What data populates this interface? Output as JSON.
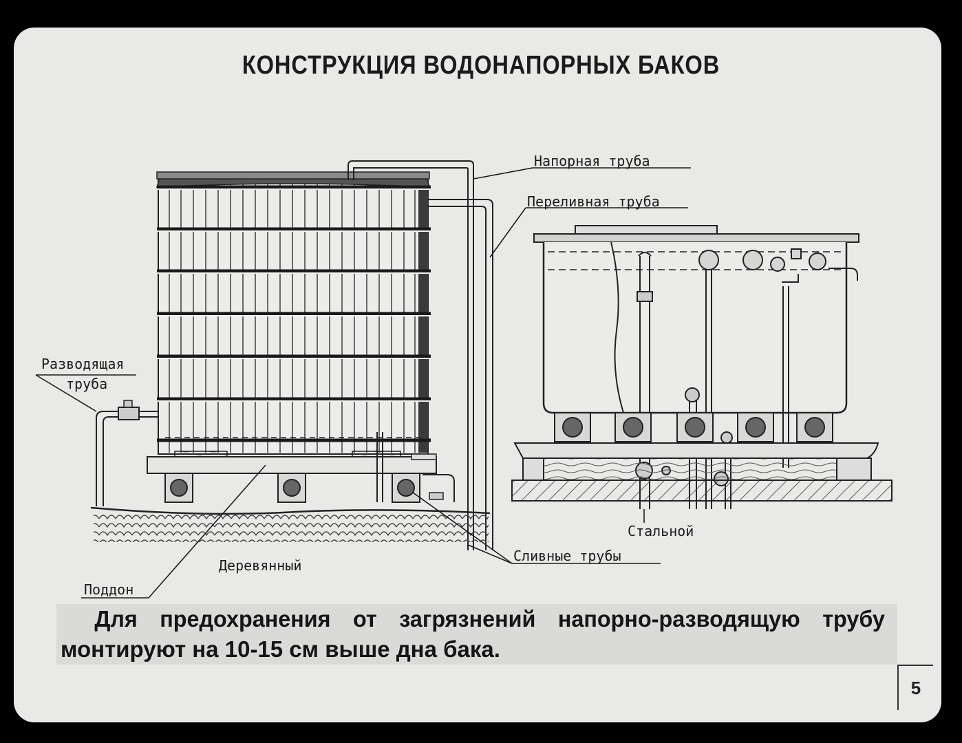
{
  "title": "КОНСТРУКЦИЯ ВОДОНАПОРНЫХ БАКОВ",
  "labels": {
    "pressure_pipe": "Напорная труба",
    "overflow_pipe": "Переливная труба",
    "distribution_pipe_line1": "Разводящая",
    "distribution_pipe_line2": "труба",
    "wooden": "Деревянный",
    "tray": "Поддон",
    "drain_pipes": "Сливные трубы",
    "steel": "Стальной"
  },
  "caption": {
    "line1": "Для предохранения от загрязнений напорно-разводящую трубу",
    "line2": "монтируют на 10-15 см выше дна бака."
  },
  "page_number": "5"
}
